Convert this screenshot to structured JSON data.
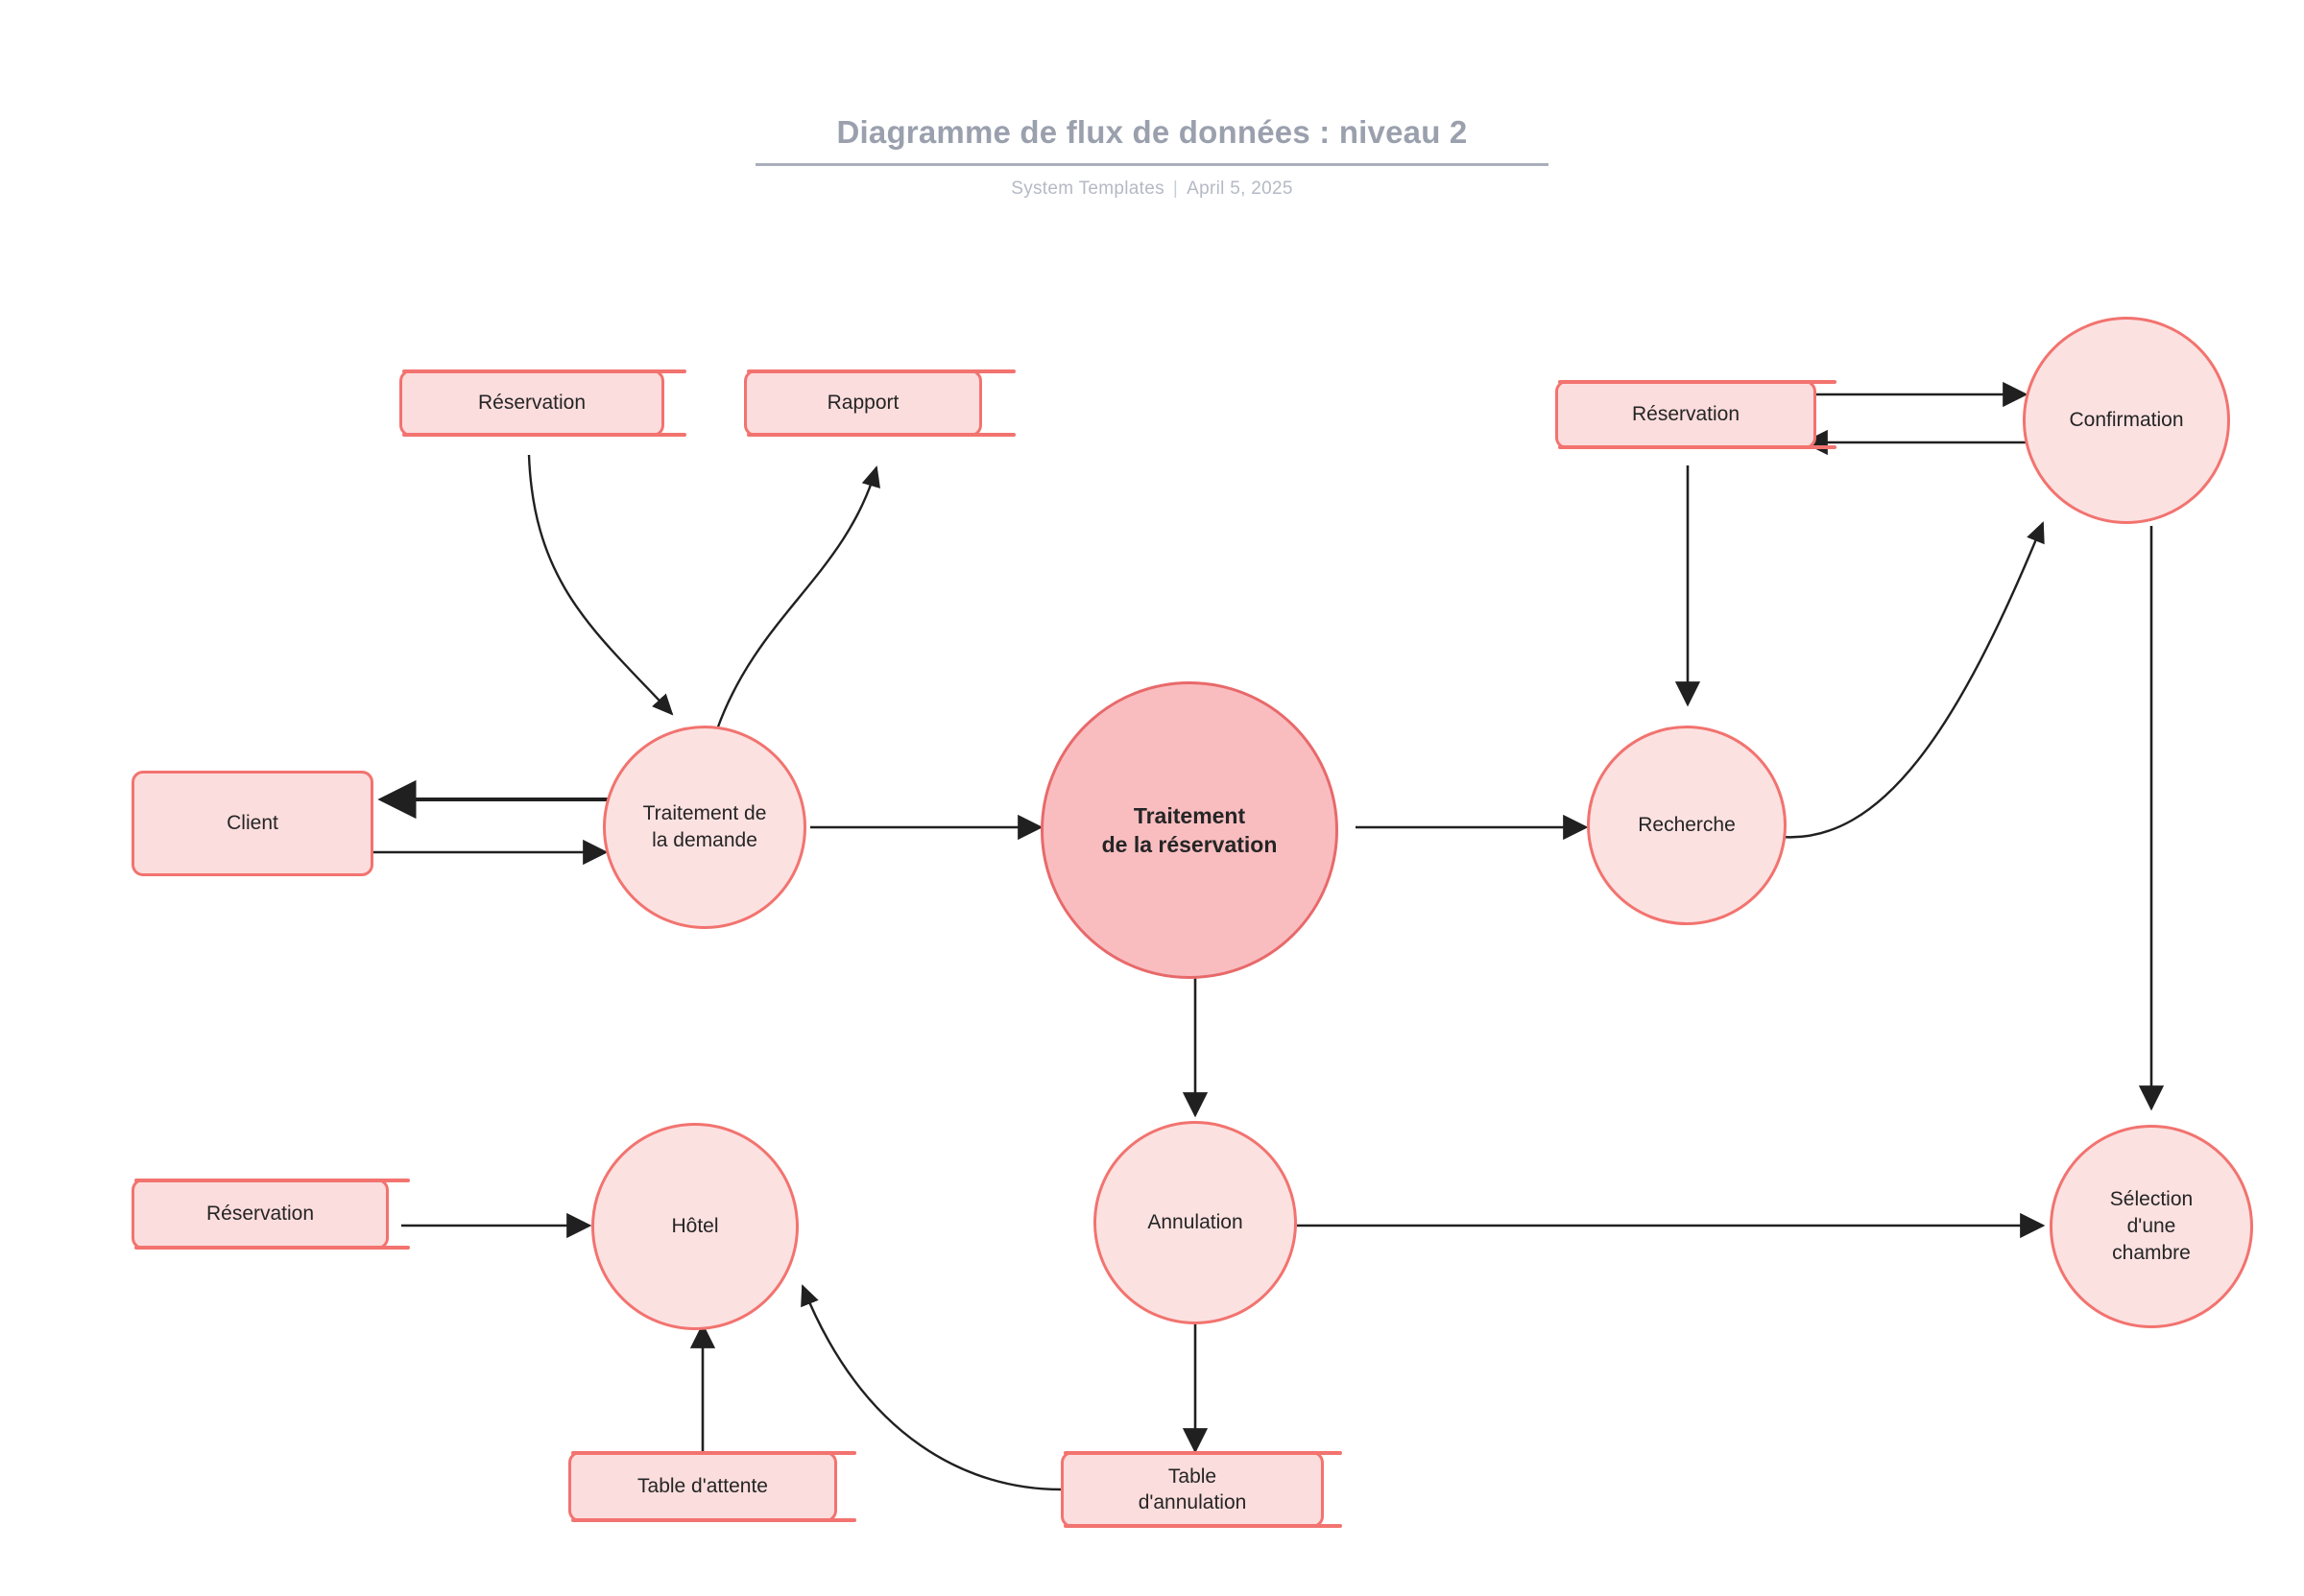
{
  "header": {
    "title": "Diagramme de flux de données : niveau 2",
    "author": "System Templates",
    "separator": "|",
    "date": "April 5, 2025"
  },
  "theme": {
    "process_fill": "#fce1e1",
    "process_stroke": "#f2736f",
    "primary_process_fill": "#f9bdc0",
    "primary_process_stroke": "#e8696a",
    "store_fill": "#fcdddd",
    "store_stroke": "#f2736f",
    "entity_fill": "#fcdddd",
    "entity_stroke": "#f2736f",
    "edge_color": "#202020",
    "title_color": "#9aa0ad",
    "subtitle_color": "#b4b9c4",
    "background": "#ffffff"
  },
  "diagram": {
    "type": "data-flow-diagram",
    "level": 2,
    "nodes": [
      {
        "id": "store_reservation_top",
        "kind": "data-store",
        "label": "Réservation"
      },
      {
        "id": "store_rapport",
        "kind": "data-store",
        "label": "Rapport"
      },
      {
        "id": "entity_client",
        "kind": "external-entity",
        "label": "Client"
      },
      {
        "id": "proc_traitement_demande",
        "kind": "process",
        "label": "Traitement de\nla demande"
      },
      {
        "id": "proc_traitement_reservation",
        "kind": "process-primary",
        "label": "Traitement\nde la réservation"
      },
      {
        "id": "store_reservation_right",
        "kind": "data-store",
        "label": "Réservation"
      },
      {
        "id": "proc_confirmation",
        "kind": "process",
        "label": "Confirmation"
      },
      {
        "id": "proc_recherche",
        "kind": "process",
        "label": "Recherche"
      },
      {
        "id": "proc_selection_chambre",
        "kind": "process",
        "label": "Sélection\nd'une\nchambre"
      },
      {
        "id": "store_reservation_bottom",
        "kind": "data-store",
        "label": "Réservation"
      },
      {
        "id": "proc_hotel",
        "kind": "process",
        "label": "Hôtel"
      },
      {
        "id": "proc_annulation",
        "kind": "process",
        "label": "Annulation"
      },
      {
        "id": "store_table_attente",
        "kind": "data-store",
        "label": "Table d'attente"
      },
      {
        "id": "store_table_annulation",
        "kind": "data-store",
        "label": "Table\nd'annulation"
      }
    ],
    "edges": [
      {
        "from": "store_reservation_top",
        "to": "proc_traitement_demande",
        "style": "curved"
      },
      {
        "from": "proc_traitement_demande",
        "to": "store_rapport",
        "style": "curved"
      },
      {
        "from": "proc_traitement_demande",
        "to": "entity_client",
        "style": "straight"
      },
      {
        "from": "entity_client",
        "to": "proc_traitement_demande",
        "style": "straight"
      },
      {
        "from": "proc_traitement_demande",
        "to": "proc_traitement_reservation",
        "style": "straight"
      },
      {
        "from": "proc_traitement_reservation",
        "to": "proc_recherche",
        "style": "straight"
      },
      {
        "from": "proc_traitement_reservation",
        "to": "proc_annulation",
        "style": "straight"
      },
      {
        "from": "store_reservation_right",
        "to": "proc_confirmation",
        "style": "straight"
      },
      {
        "from": "proc_confirmation",
        "to": "store_reservation_right",
        "style": "straight"
      },
      {
        "from": "store_reservation_right",
        "to": "proc_recherche",
        "style": "straight"
      },
      {
        "from": "proc_recherche",
        "to": "proc_confirmation",
        "style": "curved"
      },
      {
        "from": "proc_confirmation",
        "to": "proc_selection_chambre",
        "style": "straight"
      },
      {
        "from": "proc_annulation",
        "to": "proc_selection_chambre",
        "style": "straight"
      },
      {
        "from": "store_reservation_bottom",
        "to": "proc_hotel",
        "style": "straight"
      },
      {
        "from": "store_table_attente",
        "to": "proc_hotel",
        "style": "straight"
      },
      {
        "from": "proc_annulation",
        "to": "store_table_annulation",
        "style": "straight"
      },
      {
        "from": "store_table_annulation",
        "to": "proc_hotel",
        "style": "curved"
      }
    ]
  }
}
